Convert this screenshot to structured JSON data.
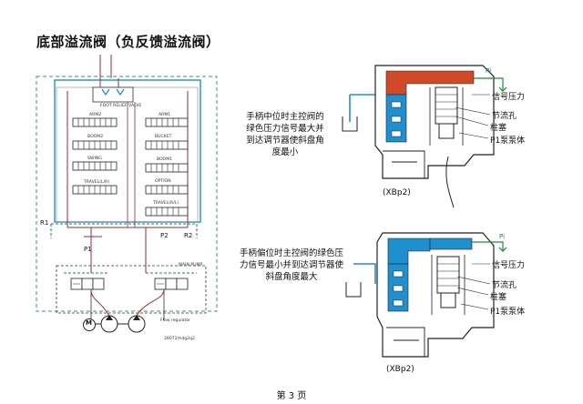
{
  "title": "底部溢流阀（负反馈溢流阀）",
  "footer": "第 3 页",
  "schematic": {
    "foot_relief_valve": "FOOT RELIEF VALVE",
    "spools_left": [
      "ARM2",
      "BOOM2",
      "SWING",
      "TRAVEL(L/R)"
    ],
    "spools_right": [
      "ARM1",
      "BUCKET",
      "BOOM1",
      "OPTION",
      "TRAVEL(R/L)"
    ],
    "port_r1": "R1",
    "port_p1": "P1",
    "port_p2": "P2",
    "port_r2": "R2",
    "main_pump": "MAIN PUMP",
    "motor": "M",
    "flow_regulator": "Flow regulator",
    "drawing_no": "28072rhdg2q2"
  },
  "top_view": {
    "note": "手柄中位时主控阀的绿色压力信号最大并到达调节器使斜盘角度最小",
    "note_lines": [
      "手柄中位时主控阀的",
      "绿色压力信号最大并",
      "到达调节器使斜盘角",
      "度最小"
    ],
    "port_pi": "Pi",
    "labels": [
      "信号压力",
      "节流孔",
      "柱塞",
      "P1泵泵体"
    ],
    "caption": "(XBp2)"
  },
  "bottom_view": {
    "note": "手柄偏位时主控阀的绿色压力信号最小并到达调节器使斜盘角度最大",
    "note_lines": [
      "手柄偏位时主控阀的绿色压",
      "力信号最小并到达调节器使",
      "斜盘角度最大"
    ],
    "port_pi": "Pi",
    "labels": [
      "信号压力",
      "节流孔",
      "柱塞",
      "P1泵泵体"
    ],
    "caption": "(XBp2)"
  },
  "colors": {
    "signal": "#1f8fd0",
    "return_line": "#9a2a3a",
    "pilot_green": "#1e8a3a",
    "pressure_red": "#d04a2a",
    "frame": "#3a9a5a"
  }
}
